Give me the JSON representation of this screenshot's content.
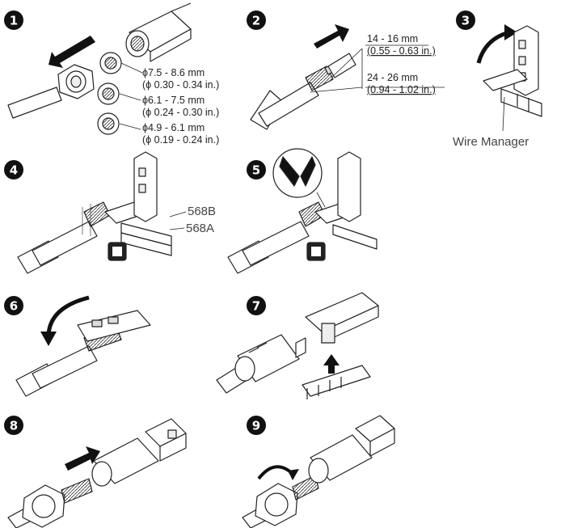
{
  "steps": [
    {
      "number": "1"
    },
    {
      "number": "2"
    },
    {
      "number": "3"
    },
    {
      "number": "4"
    },
    {
      "number": "5"
    },
    {
      "number": "6"
    },
    {
      "number": "7"
    },
    {
      "number": "8"
    },
    {
      "number": "9"
    }
  ],
  "step1": {
    "diameters": [
      {
        "mm": "ϕ7.5 - 8.6 mm",
        "inch": "(ϕ 0.30 - 0.34 in.)"
      },
      {
        "mm": "ϕ6.1 - 7.5 mm",
        "inch": "(ϕ 0.24 - 0.30 in.)"
      },
      {
        "mm": "ϕ4.9 - 6.1 mm",
        "inch": "(ϕ 0.19 - 0.24 in.)"
      }
    ]
  },
  "step2": {
    "strip_mm": "14 - 16 mm",
    "strip_in": "(0.55 - 0.63 in.)",
    "jacket_mm": "24 - 26 mm",
    "jacket_in": "(0.94 - 1.02 in.)"
  },
  "step3": {
    "callout": "Wire Manager"
  },
  "step4": {
    "standard_b": "568B",
    "standard_a": "568A"
  }
}
